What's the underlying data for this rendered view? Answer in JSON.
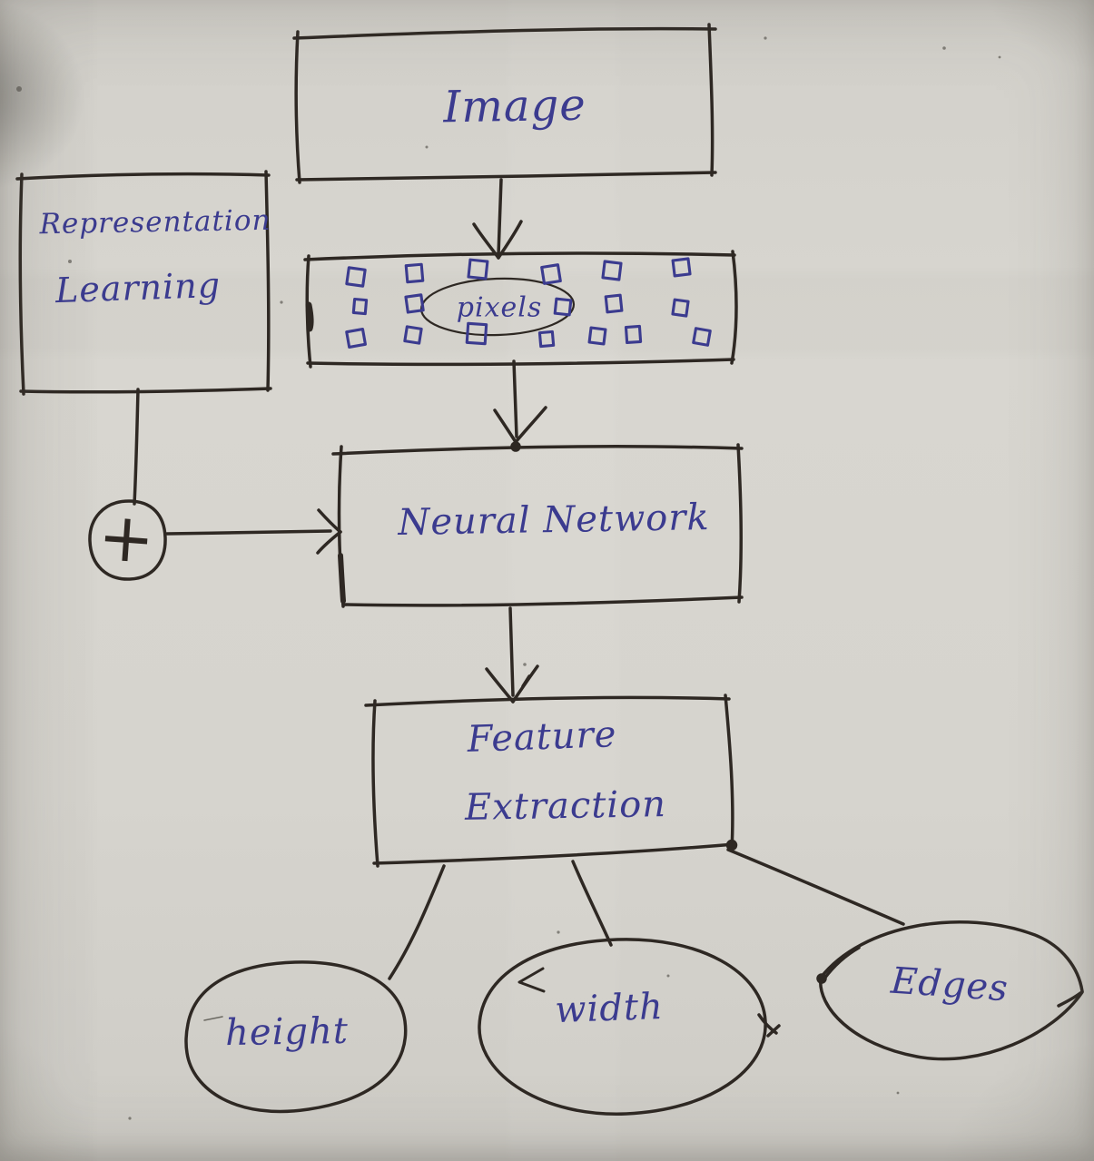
{
  "scene": {
    "kind": "hand-drawn flowchart photographed on grey paper",
    "ink_blue": "#3b3b8f",
    "pen_black": "#2e2823",
    "paper_color": "#d6d4ce"
  },
  "nodes": {
    "image": {
      "label": "Image",
      "shape": "rectangle"
    },
    "pixels": {
      "label": "pixels",
      "shape": "rectangle",
      "detail": "three rows of small hand-drawn squares, word pixels circled in the middle"
    },
    "representation_learning": {
      "line1": "Representation",
      "line2": "Learning",
      "shape": "rectangle"
    },
    "plus": {
      "label": "+",
      "shape": "circle"
    },
    "neural_network": {
      "label": "Neural Network",
      "shape": "rectangle"
    },
    "feature_extraction": {
      "line1": "Feature",
      "line2": "Extraction",
      "shape": "rectangle"
    },
    "height": {
      "label": "height",
      "shape": "ellipse"
    },
    "width": {
      "label": "width",
      "shape": "ellipse"
    },
    "edges": {
      "label": "Edges",
      "shape": "ellipse"
    }
  },
  "connections": [
    {
      "from": "Image",
      "to": "pixels",
      "style": "arrow-down"
    },
    {
      "from": "pixels",
      "to": "Neural Network",
      "style": "arrow-down"
    },
    {
      "from": "Representation Learning",
      "to": "+",
      "style": "line-down"
    },
    {
      "from": "+",
      "to": "Neural Network",
      "style": "arrow-right"
    },
    {
      "from": "Neural Network",
      "to": "Feature Extraction",
      "style": "arrow-down"
    },
    {
      "from": "Feature Extraction",
      "to": "height",
      "style": "line"
    },
    {
      "from": "Feature Extraction",
      "to": "width",
      "style": "line"
    },
    {
      "from": "Feature Extraction",
      "to": "Edges",
      "style": "line"
    }
  ],
  "pixel_grid": {
    "row_square_counts": [
      6,
      5,
      7
    ]
  }
}
